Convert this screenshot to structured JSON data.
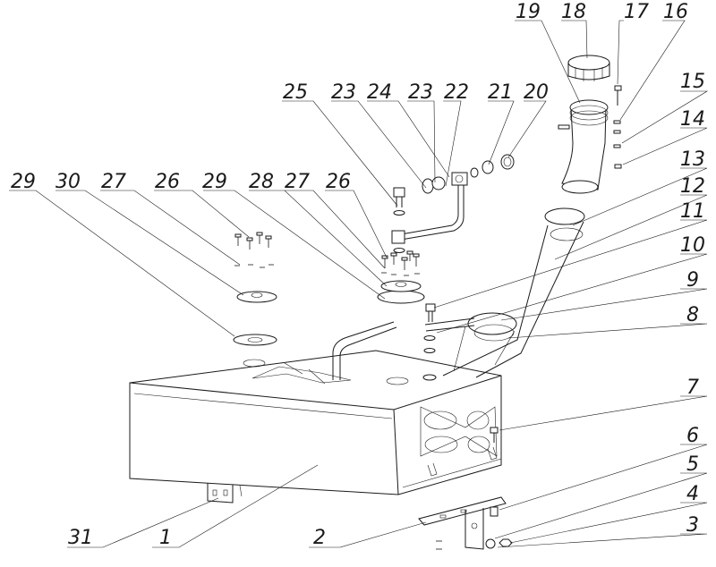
{
  "diagram": {
    "callouts": [
      "1",
      "2",
      "3",
      "4",
      "5",
      "6",
      "7",
      "8",
      "9",
      "10",
      "11",
      "12",
      "13",
      "14",
      "15",
      "16",
      "17",
      "18",
      "19",
      "20",
      "21",
      "22",
      "23",
      "23",
      "24",
      "25",
      "26",
      "26",
      "27",
      "27",
      "28",
      "29",
      "29",
      "30",
      "31"
    ]
  }
}
